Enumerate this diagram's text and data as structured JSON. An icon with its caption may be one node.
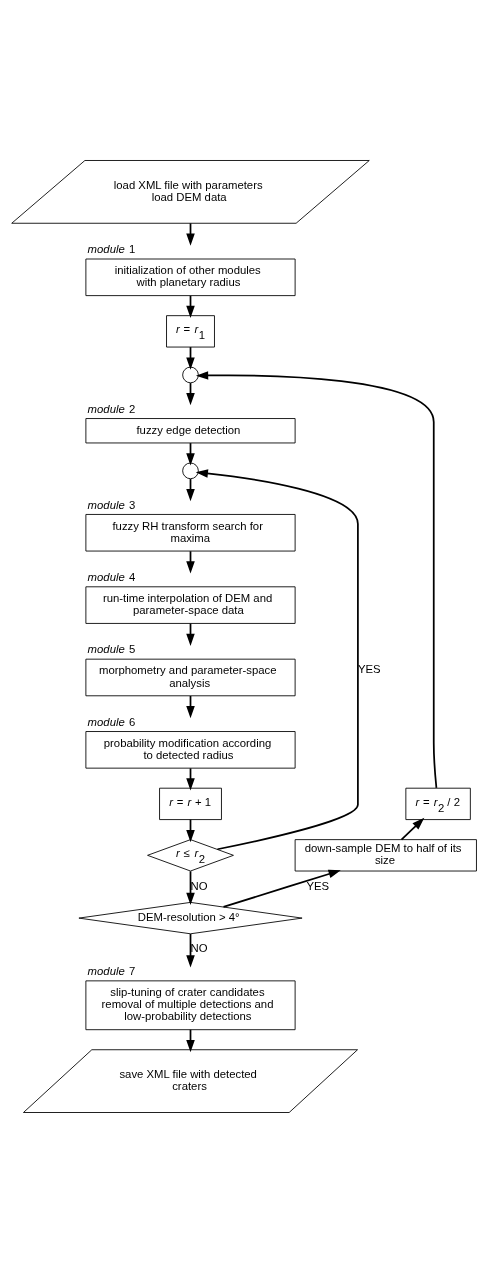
{
  "diagram": {
    "nodes": [
      {
        "text": [
          "load XML file with parameters load DEM data"
        ]
      },
      {
        "text": [
          "*module* 1",
          "initialization of other modules with planetary radius"
        ]
      },
      {
        "text": [
          "*r* = *r*$_{1}$"
        ]
      },
      {
        "text": [],
        "shape": "circle"
      },
      {
        "text": [
          "*module* 2",
          "fuzzy edge detection"
        ]
      },
      {
        "text": [],
        "shape": "circle"
      },
      {
        "text": [
          "*module* 3",
          "fuzzy RH transform search for maxima"
        ]
      },
      {
        "text": [
          "*module* 4",
          "run-time interpolation of DEM and parameter-space data"
        ]
      },
      {
        "text": [
          "*module* 5",
          "morphometry and parameter-space analysis"
        ]
      },
      {
        "text": [
          "*module* 6",
          "probability modification according to detected radius"
        ]
      },
      {
        "text": [
          "*r* = *r* + 1"
        ]
      },
      {
        "text": [
          "*r* = *r*$_{2}$ / 2"
        ]
      },
      {
        "text": [
          "*r* ≤ *r*$_{2}$"
        ]
      },
      {
        "text": [
          "down-sample DEM to half of its size"
        ]
      },
      {
        "text": [
          "DEM-resolution > 4°"
        ]
      },
      {
        "text": [
          "*module* 7",
          "slip-tuning of crater candidates removal of multiple detections and low-probability detections"
        ]
      },
      {
        "text": [
          "save XML file with detected craters"
        ]
      }
    ],
    "edges": [
      {
        "from": 0,
        "to": 1,
        "arrow": "to"
      },
      {
        "from": 1,
        "to": 2,
        "arrow": "to"
      },
      {
        "from": 2,
        "to": 3,
        "arrow": "to"
      },
      {
        "from": 3,
        "to": 4,
        "arrow": "to"
      },
      {
        "from": 4,
        "to": 5,
        "arrow": "to"
      },
      {
        "from": 5,
        "to": 6,
        "arrow": "to"
      },
      {
        "from": 6,
        "to": 7,
        "arrow": "to"
      },
      {
        "from": 7,
        "to": 8,
        "arrow": "to"
      },
      {
        "from": 8,
        "to": 9,
        "arrow": "to"
      },
      {
        "from": 9,
        "to": 10,
        "arrow": "to"
      },
      {
        "from": 10,
        "to": 12,
        "arrow": "to"
      },
      {
        "from": 12,
        "to": 5,
        "arrow": "to",
        "label": "YES"
      },
      {
        "from": 12,
        "to": 14,
        "arrow": "to",
        "label": "NO"
      },
      {
        "from": 14,
        "to": 13,
        "arrow": "to",
        "label": "YES"
      },
      {
        "from": 13,
        "to": 11,
        "arrow": "to"
      },
      {
        "from": 11,
        "to": 3,
        "arrow": "to"
      },
      {
        "from": 14,
        "to": 15,
        "arrow": "to",
        "label": "NO"
      },
      {
        "from": 15,
        "to": 16,
        "arrow": "to"
      }
    ]
  }
}
